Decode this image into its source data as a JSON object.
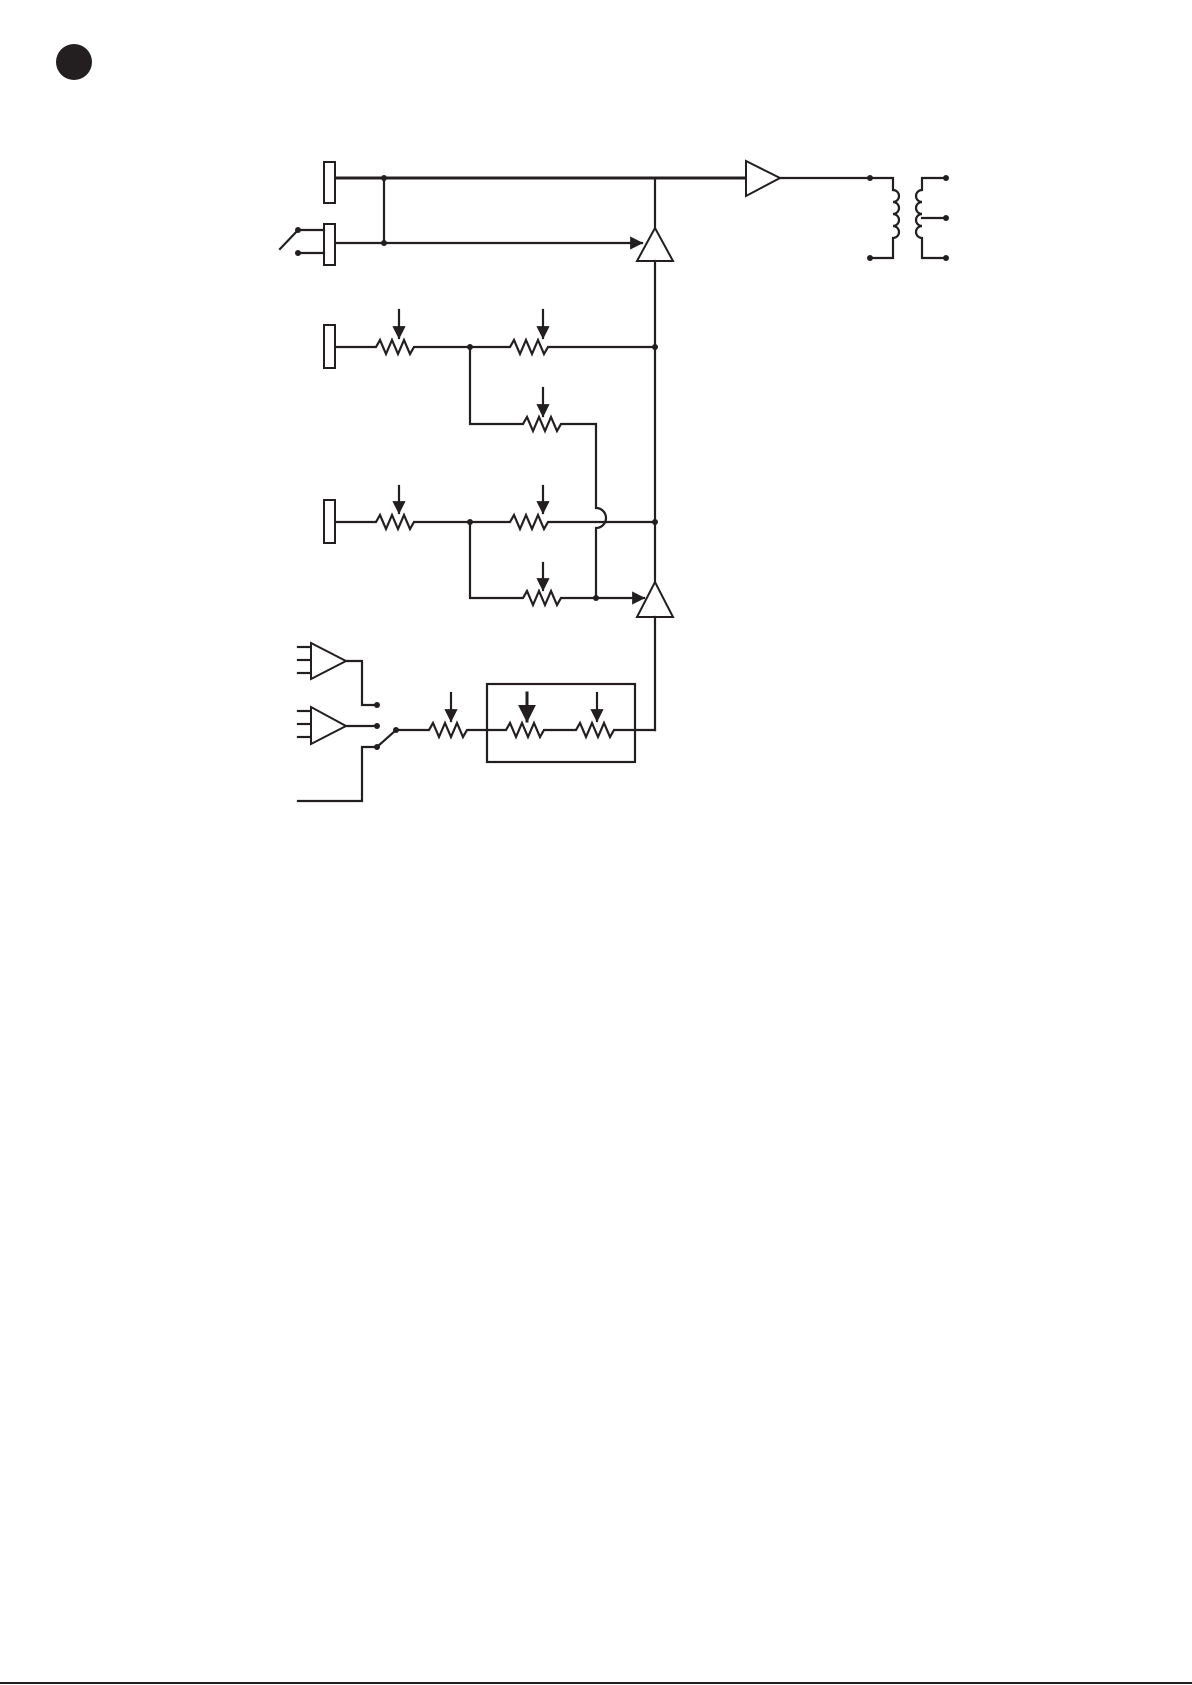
{
  "page": {
    "background": "#ffffff",
    "ink_color": "#231f20"
  },
  "diagram": {
    "kind": "circuit-schematic",
    "components": {
      "input_jacks": 4,
      "buffer_amplifiers": 2,
      "summing_amplifiers": 2,
      "output_amplifier": 1,
      "output_transformer": 1,
      "variable_resistors": 9,
      "selector_switches": 2,
      "ganged_control_box": 1
    },
    "icons": [
      "page-marker-dot",
      "jack-icon",
      "amplifier-icon",
      "potentiometer-icon",
      "switch-icon",
      "transformer-icon"
    ]
  }
}
